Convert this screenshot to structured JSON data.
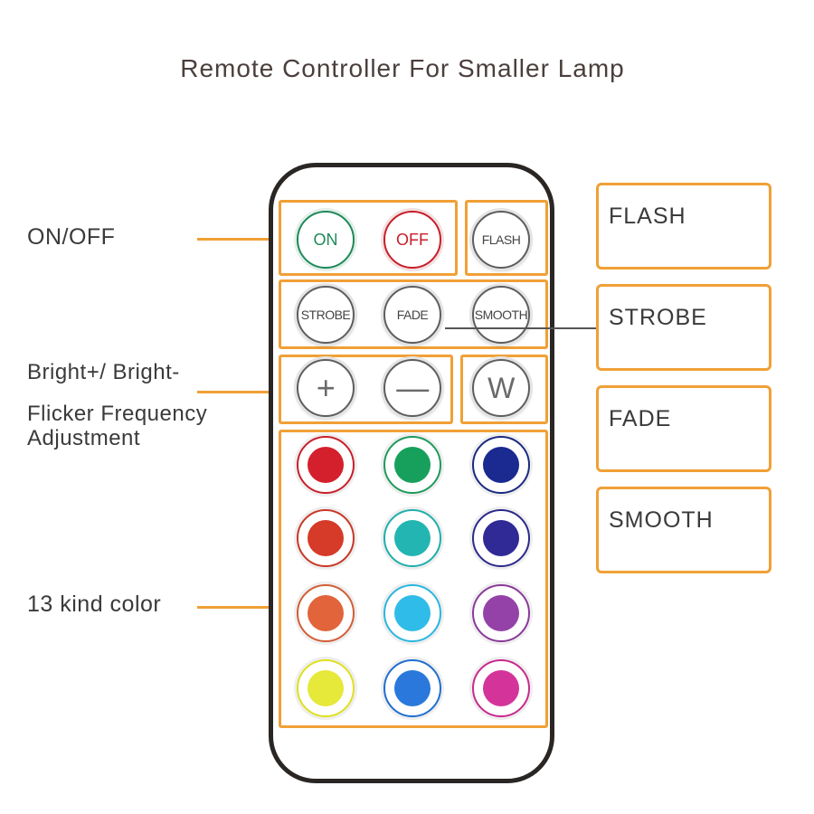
{
  "title": "Remote Controller For Smaller Lamp",
  "left_labels": {
    "on_off": "ON/OFF",
    "bright": "Bright+/ Bright-",
    "flicker_line1": "Flicker Frequency",
    "flicker_line2": "Adjustment",
    "colors": "13 kind color"
  },
  "right_labels": {
    "flash": "FLASH",
    "strobe": "STROBE",
    "fade": "FADE",
    "smooth": "SMOOTH"
  },
  "buttons": {
    "on": "ON",
    "off": "OFF",
    "flash": "FLASH",
    "strobe": "STROBE",
    "fade": "FADE",
    "smooth": "SMOOTH",
    "plus": "+",
    "minus": "—",
    "white": "W"
  },
  "colors": {
    "accent": "#f0a036",
    "on_green": "#1f8a5a",
    "off_red": "#c81e2a"
  },
  "color_buttons": [
    {
      "name": "red",
      "ring": "#c8202b",
      "fill": "#d4202c"
    },
    {
      "name": "green",
      "ring": "#1e9a5c",
      "fill": "#17a05c"
    },
    {
      "name": "navy",
      "ring": "#1b2a80",
      "fill": "#1b2a90"
    },
    {
      "name": "red-orange",
      "ring": "#c83826",
      "fill": "#d63a28"
    },
    {
      "name": "teal",
      "ring": "#20aeac",
      "fill": "#22b5b2"
    },
    {
      "name": "indigo",
      "ring": "#2c2a8a",
      "fill": "#2f2a96"
    },
    {
      "name": "orange",
      "ring": "#d25e36",
      "fill": "#e2643a"
    },
    {
      "name": "sky-blue",
      "ring": "#2bb6e0",
      "fill": "#30bce8"
    },
    {
      "name": "purple",
      "ring": "#8a3a9a",
      "fill": "#9442a8"
    },
    {
      "name": "yellow",
      "ring": "#dfe020",
      "fill": "#e6e83a"
    },
    {
      "name": "blue",
      "ring": "#1f6ed0",
      "fill": "#2a78dc"
    },
    {
      "name": "magenta",
      "ring": "#c82a8e",
      "fill": "#d4349a"
    }
  ]
}
